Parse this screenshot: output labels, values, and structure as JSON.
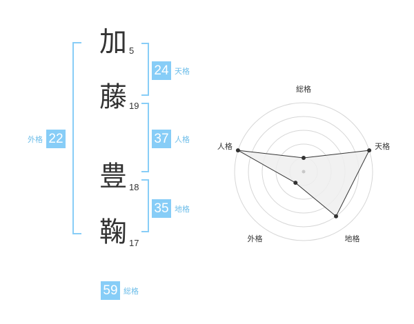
{
  "name": {
    "characters": [
      {
        "char": "加",
        "strokes": "5"
      },
      {
        "char": "藤",
        "strokes": "19"
      },
      {
        "char": "豊",
        "strokes": "18"
      },
      {
        "char": "鞠",
        "strokes": "17"
      }
    ]
  },
  "fortunes": {
    "tenkaku": {
      "value": "24",
      "label": "天格"
    },
    "jinkaku": {
      "value": "37",
      "label": "人格"
    },
    "chikaku": {
      "value": "35",
      "label": "地格"
    },
    "gaikaku": {
      "value": "22",
      "label": "外格"
    },
    "soukaku": {
      "value": "59",
      "label": "総格"
    }
  },
  "colors": {
    "accent": "#87cdf7",
    "accent_text": "#6cbde9",
    "ring": "#d6d6d6",
    "polygon_fill": "#efefef",
    "polygon_stroke": "#333333"
  },
  "chart_data": {
    "type": "radar",
    "axes": [
      "総格",
      "天格",
      "地格",
      "外格",
      "人格"
    ],
    "scale": [
      0,
      5
    ],
    "values": [
      1,
      5,
      4,
      1,
      5
    ],
    "rings": 5
  }
}
